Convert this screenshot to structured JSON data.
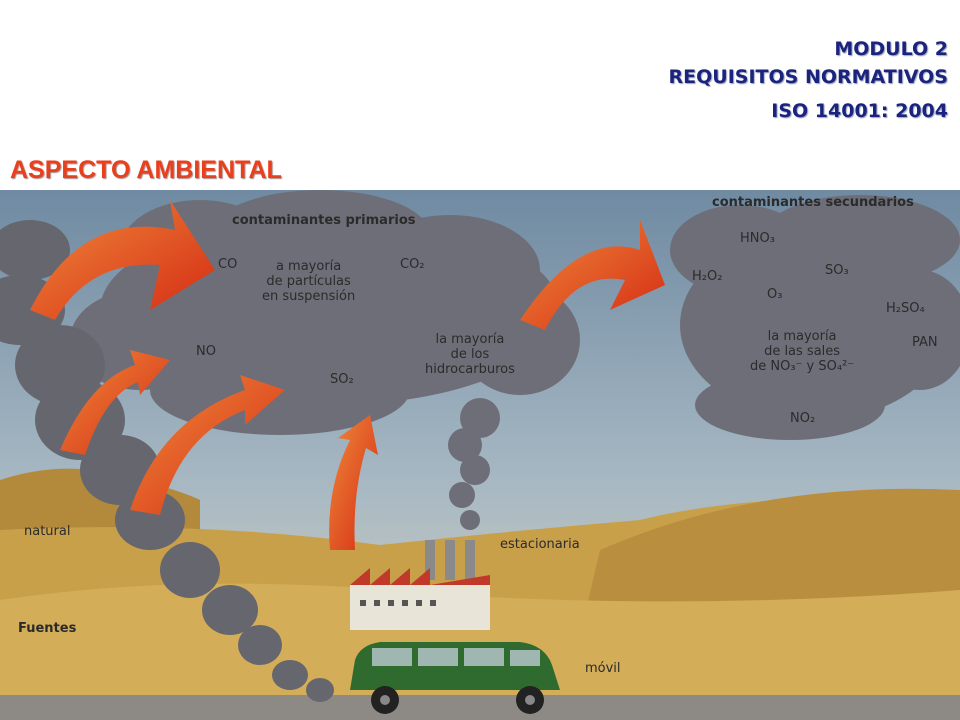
{
  "header": {
    "module": "MODULO  2",
    "subtitle": "REQUISITOS NORMATIVOS",
    "standard": "ISO 14001: 2004"
  },
  "section_title": "ASPECTO AMBIENTAL",
  "diagram": {
    "primary": {
      "title": "contaminantes primarios",
      "co": "CO",
      "co2": "CO₂",
      "particles": "a mayoría\nde partículas\nen suspensión",
      "no": "NO",
      "so2": "SO₂",
      "hydrocarbons": "la mayoría\nde los\nhidrocarburos"
    },
    "secondary": {
      "title": "contaminantes secundarios",
      "hno3": "HNO₃",
      "h2o2": "H₂O₂",
      "so3": "SO₃",
      "o3": "O₃",
      "h2so4": "H₂SO₄",
      "pan": "PAN",
      "salts": "la mayoría\nde las sales\nde NO₃⁻ y SO₄²⁻",
      "no2": "NO₂"
    },
    "sources": {
      "title": "Fuentes",
      "natural": "natural",
      "stationary": "estacionaria",
      "mobile": "móvil"
    },
    "colors": {
      "sky": "#7f9ab0",
      "smoke": "#6e6e78",
      "arrow": "#e0401c",
      "hills": "#c9a04a",
      "car": "#2f6b2f",
      "factory_roof": "#c0392b"
    }
  }
}
